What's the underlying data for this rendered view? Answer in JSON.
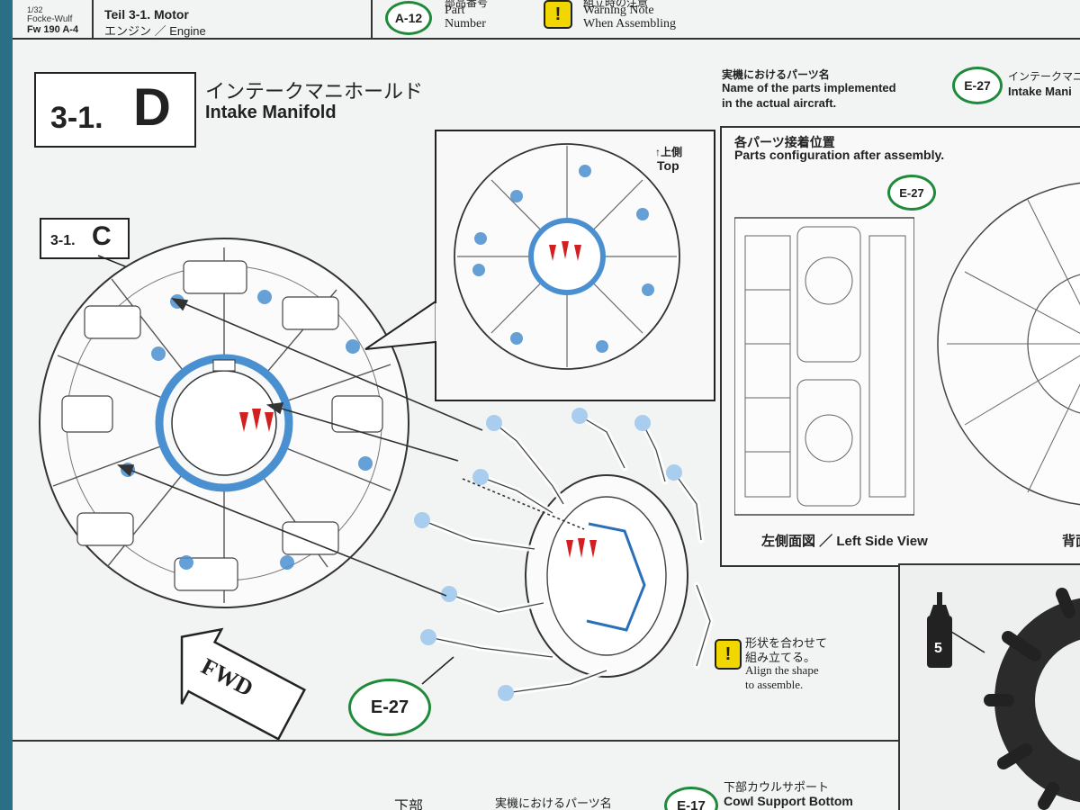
{
  "header": {
    "scale": "1/32",
    "maker": "Focke-Wulf",
    "model": "Fw 190 A-4",
    "section": "Teil 3-1. Motor",
    "section_sub": "エンジン ／ Engine",
    "legend_part_badge": "A-12",
    "legend_part_jp": "部品番号",
    "legend_part_line1": "Part",
    "legend_part_line2": "Number",
    "legend_warn_symbol": "!",
    "legend_warn_jp": "組立時の注意",
    "legend_warn_line1": "Warning Note",
    "legend_warn_line2": "When Assembling"
  },
  "step": {
    "number": "3-1.",
    "letter": "D",
    "title_jp": "インテークマニホールド",
    "title_en": "Intake Manifold"
  },
  "ref_step": {
    "number": "3-1.",
    "letter": "C"
  },
  "top_view": {
    "label_jp": "↑上側",
    "label_en": "Top"
  },
  "implemented": {
    "jp": "実機におけるパーツ名",
    "line1": "Name of the parts implemented",
    "line2": "in the actual aircraft.",
    "badge": "E-27",
    "name_jp": "インテークマニ",
    "name_en": "Intake Mani"
  },
  "config": {
    "jp": "各パーツ接着位置",
    "en": "Parts configuration after assembly.",
    "badge": "E-27",
    "left_view": "左側面図 ／ Left Side View",
    "rear_view": "背面"
  },
  "part_badge": "E-27",
  "fwd": "FWD",
  "align_note": {
    "symbol": "!",
    "jp1": "形状を合わせて",
    "jp2": "組み立てる。",
    "en1": "Align the shape",
    "en2": "to assemble."
  },
  "paint": {
    "number": "5"
  },
  "bottom": {
    "jp_left": "下部",
    "implemented_jp": "実機におけるパーツ名",
    "badge": "E-17",
    "name_jp": "下部カウルサポート",
    "name_en": "Cowl Support Bottom"
  },
  "colors": {
    "badge_green": "#1e8a3a",
    "warning_yellow": "#f2d600",
    "highlight_blue": "#4a90d0",
    "arrow_red": "#d22020",
    "border_teal": "#2a6f86"
  }
}
